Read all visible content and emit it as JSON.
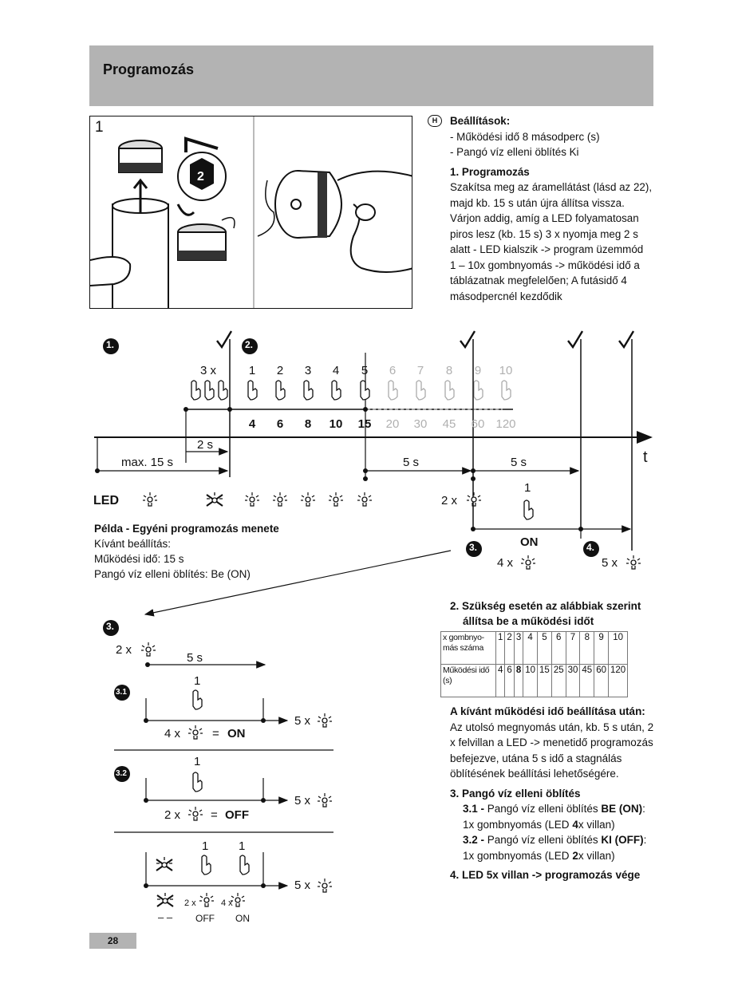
{
  "header": {
    "title": "Programozás"
  },
  "figure": {
    "number": "1",
    "step_badge": "2"
  },
  "settings": {
    "lang_badge": "H",
    "heading": "Beállítások:",
    "line1": "- Működési idő 8 másodperc (s)",
    "line2": "- Pangó víz elleni öblítés Ki",
    "prog_heading": "1. Programozás",
    "prog_text": "Szakítsa meg az áramellátást (lásd az 22), majd kb. 15 s után újra állítsa vissza. Várjon addig, amíg a LED folyamatosan piros lesz (kb. 15 s) 3 x nyomja meg 2 s alatt - LED kialszik -> program üzemmód",
    "range_text": "1 – 10x gombnyomás -> működési idő a táblázatnak megfelelően; A futásidő 4 másodpercnél kezdődik"
  },
  "diagram": {
    "step1": "1.",
    "step2": "2.",
    "step3": "3.",
    "step4": "4.",
    "press3x": "3 x",
    "press_numbers": [
      "1",
      "2",
      "3",
      "4",
      "5",
      "6",
      "7",
      "8",
      "9",
      "10"
    ],
    "time_values": [
      "4",
      "6",
      "8",
      "10",
      "15",
      "20",
      "30",
      "45",
      "60",
      "120"
    ],
    "two_s": "2 s",
    "max15": "max. 15 s",
    "five_s": "5 s",
    "t_label": "t",
    "led_label": "LED",
    "blink2": "2 x",
    "one": "1",
    "on": "ON",
    "blink4": "4 x",
    "blink5": "5 x"
  },
  "example": {
    "title": "Példa - Egyéni programozás menete",
    "line1": "Kívánt beállítás:",
    "line2": "Működési idő: 15 s",
    "line3": "Pangó víz elleni öblítés: Be (ON)"
  },
  "lower": {
    "step3": "3.",
    "blink2": "2 x",
    "five_s": "5 s",
    "sub31": "3.1",
    "sub32": "3.2",
    "one": "1",
    "four_x": "4 x",
    "two_x": "2 x",
    "five_x": "5 x",
    "eq": "=",
    "on": "ON",
    "off": "OFF",
    "small2x": "2 x",
    "small4x": "4 x",
    "dash": "– –",
    "small_off": "OFF",
    "small_on": "ON"
  },
  "section2": {
    "heading_line1": "2. Szükség esetén az alábbiak szerint",
    "heading_line2": "állítsa be a működési időt"
  },
  "table": {
    "row1_label": "x gombnyo-más száma",
    "row1": [
      "1",
      "2",
      "3",
      "4",
      "5",
      "6",
      "7",
      "8",
      "9",
      "10"
    ],
    "row2_label": "Működési idő (s)",
    "row2": [
      "4",
      "6",
      "8",
      "10",
      "15",
      "25",
      "30",
      "45",
      "60",
      "120"
    ]
  },
  "after": {
    "heading": "A kívánt működési idő beállítása után:",
    "text": "Az utolsó megnyomás után, kb. 5 s után, 2 x felvillan a LED -> menetidő programozás befejezve, utána 5 s idő a stagnálás öblítésének beállítási lehetőségére.",
    "flush_heading": "3. Pangó víz elleni öblítés",
    "s31_num": "3.1 -",
    "s31_text": "Pangó víz elleni öblítés",
    "s31_val": "BE (ON)",
    "s31_desc_a": "1x gombnyomás (LED ",
    "s31_desc_b": "4",
    "s31_desc_c": "x villan)",
    "s32_num": "3.2 -",
    "s32_text": "Pangó víz elleni öblítés",
    "s32_val": "KI (OFF)",
    "s32_desc_a": "1x gombnyomás (LED ",
    "s32_desc_b": "2",
    "s32_desc_c": "x villan)",
    "end": "4. LED 5x villan -> programozás vége"
  },
  "page": {
    "number": "28"
  },
  "colors": {
    "header_bg": "#b3b3b3",
    "faded": "#b0b0b0"
  }
}
